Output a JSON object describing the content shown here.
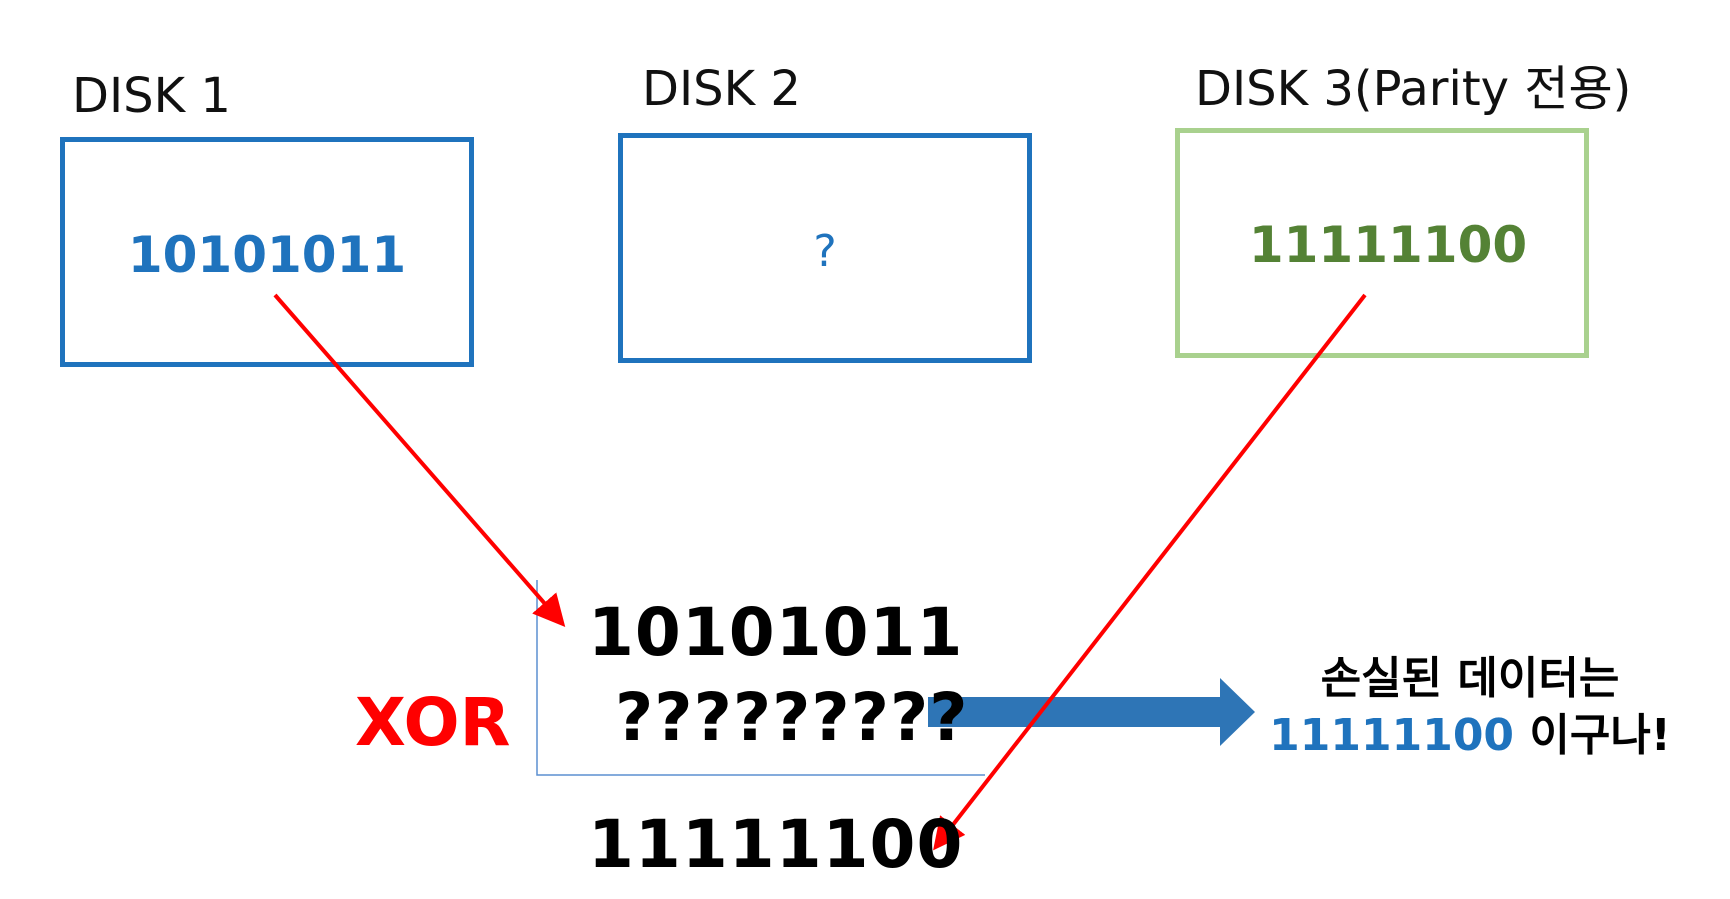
{
  "disks": [
    {
      "title": "DISK 1",
      "value": "10101011",
      "value_color": "#1f73bd"
    },
    {
      "title": "DISK 2",
      "value": "?",
      "value_color": "#1f73bd"
    },
    {
      "title": "DISK 3(Parity 전용)",
      "value": "11111100",
      "value_color": "#548235"
    }
  ],
  "calculation": {
    "operator": "XOR",
    "operand_1": "10101011",
    "operand_2": "?????????",
    "result": "11111100"
  },
  "conclusion": {
    "line_1": "손실된 데이터는",
    "value": "11111100",
    "suffix": " 이구나!"
  },
  "colors": {
    "disk_border": "#1f73bd",
    "parity_border": "#a9d18e",
    "arrow_red": "#ff0000",
    "result_arrow": "#2e75b6",
    "xor_text": "#ff0000"
  }
}
